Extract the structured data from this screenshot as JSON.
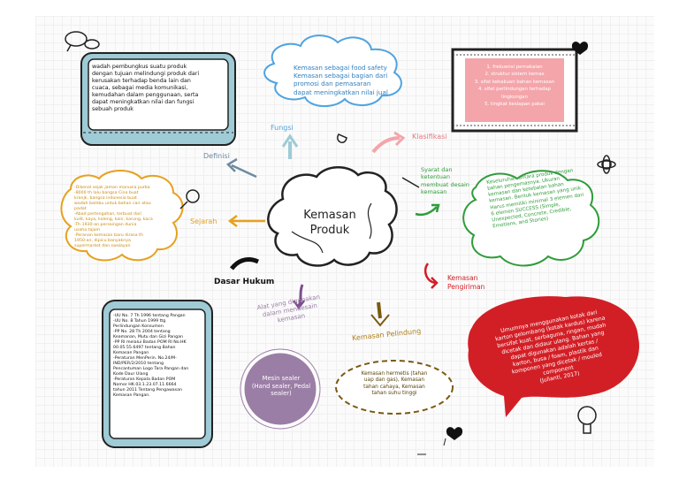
{
  "center": {
    "title": "Kemasan\nProduk"
  },
  "definisi": {
    "label": "Definisi",
    "text": "wadah pembungkus suatu produk\ndengan tujuan melindungi produk dari\nkerusakan terhadap benda lain dan\ncuaca, sebagai media komunikasi,\nkemudahan dalam penggunaan, serta\ndapat meningkatkan nilai dan fungsi\nsebuah produk"
  },
  "fungsi": {
    "label": "Fungsi",
    "text": "Kemasan sebagai food safety\nKemasan sebagai bagian dari\npromosi dan pemasaran\ndapat meningkatkan nilai jual"
  },
  "klasifikasi": {
    "label": "Klasifikasi",
    "items": [
      "1. frekuensi pemakaian",
      "2. struktur sistem kemas",
      "3. sifat kekakuan bahan kemasan",
      "4. sifat perlindungan terhadap lingkungan",
      "5. tingkat kesiapan pakai"
    ]
  },
  "syarat": {
    "label": "Syarat dan\nketentuan\nmembuat desain\nkemasan",
    "text": "Keseluruhan antara produk dengan\nbahan pengemasnya. Ukuran\nkemasan dan ketebalan bahan\nkemasan. Bentuk kemasan yang unik.\nHarus memiliki minimal 3 elemen dari\n6 elemen SUCCESS (Simple,\nUnexpected, Concrete, Credible,\nEmotions, and Stories)"
  },
  "sejarah": {
    "label": "Sejarah",
    "text": "-Dikenal sejak jaman manusia purba\n-8000 th lalu bangsa Cina buat\nkranjk, bangsa indonesia buat\nwadah bambu untuk bahan cair atau\npadat\n-Abad pertengahan, terbuat dari\nkulit, kaya, kaleng, kain, karung, kaca\n-Th 1930-an persaingan dunia\nusaha tajam\n-Peranan kemasan baru dirasa th\n1950-an, dipicu banyaknya\nsupermarket dan swalayan"
  },
  "dasar_hukum": {
    "label": "Dasar Hukum",
    "text": "-UU No. 7 Th 1996 tentang Pangan\n-UU No. 8 Tahun 1999 ttg\nPerlindungan Konsumen\n-PP No. 28 Th 2004 tentang\nKeamanan, Mutu dan Gizi Pangan\n-PP RI melalui Badan POM RI No.HK\n00.05.55.6497 tentang Bahan\nKemasan Pangan\n-Peraturan MenPerin. No.24/M-\nIND/PER/2/2010 tentang\nPencantuman Logo Tara Pangan dan\nKode Daur Ulang\n-Peraturan Kepala Badan POM\nNomor HK.03.1.23.07.11.6664\ntahun 2011 Tentang Pengawasan\nKemasan Pangan."
  },
  "alat": {
    "label": "Alat yang digunakan\ndalam mendesain\nkemasan",
    "text": "Mesin sealer\n(Hand sealer, Pedal\nsealer)"
  },
  "pelindung": {
    "label": "Kemasan Pelindung",
    "text": "Kemasan hermetis (tahan\nuap dan gas), Kemasan\ntahan cahaya, Kemasan\ntahan suhu tinggi"
  },
  "pengiriman": {
    "label": "Kemasan\nPengiriman",
    "text": "Umumnya menggunakan kotak dari\nkarton gelombang (kotak kardus) karena\nbersifat kuat, serbaguna, ringan, mudah\ndicetak dan didaur ulang. Bahan yang\ndapat digunakan adalah kertas /\nkarton, busa / foam, plastik dan\nkomponen yang dicetak / mouled\ncomponent\n(Julianti, 2017)"
  },
  "colors": {
    "red": "#d21f26",
    "green": "#2f9c3a",
    "blue": "#4fa3e0",
    "orange": "#e6a11e",
    "purple": "#9b7ea6",
    "pink": "#f4a5aa",
    "brown": "#7a5a10"
  }
}
